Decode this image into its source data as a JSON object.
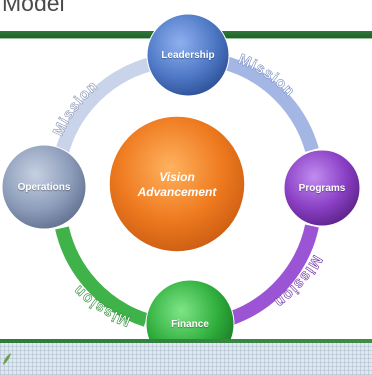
{
  "title": "Model",
  "center": {
    "line1": "Vision",
    "line2": "Advancement",
    "color": "#ee7a1f"
  },
  "nodes": {
    "leadership": {
      "label": "Leadership",
      "color": "#4f79c6"
    },
    "programs": {
      "label": "Programs",
      "color": "#8a3fc4"
    },
    "finance": {
      "label": "Finance",
      "color": "#2fae3c"
    },
    "operations": {
      "label": "Operations",
      "color": "#8d9dba"
    }
  },
  "ring_labels": [
    "Mission",
    "Mission",
    "Mission",
    "Mission"
  ],
  "colors": {
    "top_bar": "#2d7a3a",
    "ring_light": "#c9d3ea"
  }
}
